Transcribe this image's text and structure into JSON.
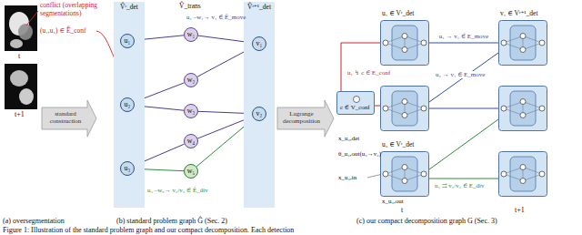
{
  "diagram": {
    "caption": "Figure 1: Illustration of the standard problem graph and our compact decomposition. Each detection",
    "nodes": [
      {
        "text": [
          "V̂ᵗ_det"
        ]
      },
      {
        "text": [
          "u₁"
        ],
        "in": 0
      },
      {
        "text": [
          "u₂"
        ],
        "in": 0
      },
      {
        "text": [
          "u₃"
        ],
        "in": 0
      },
      {
        "text": [
          "w₁"
        ]
      },
      {
        "text": [
          "w₂"
        ]
      },
      {
        "text": [
          "w₃"
        ]
      },
      {
        "text": [
          "w₄"
        ]
      },
      {
        "text": [
          "w₅"
        ]
      },
      {
        "text": [
          "V̂ᵗ⁺¹_det"
        ]
      },
      {
        "text": [
          "v₁"
        ],
        "in": 9
      },
      {
        "text": [
          "v₂"
        ],
        "in": 9
      },
      {
        "text": [
          "c ∈ V_conf"
        ]
      },
      {
        "text": [
          "u₁ ∈ Vᵗ_det"
        ]
      },
      {
        "text": [
          "v₁ ∈ Vᵗ⁺¹_det"
        ]
      },
      {
        "text": [
          "u₃ ∈ Vᵗ_det"
        ]
      }
    ],
    "edges": [
      {
        "from": 1,
        "to": 2,
        "arrow": "none"
      },
      {
        "from": 1,
        "to": 4,
        "arrow": "none"
      },
      {
        "from": 4,
        "to": 10,
        "arrow": "none"
      },
      {
        "from": 2,
        "to": 5,
        "arrow": "none"
      },
      {
        "from": 5,
        "to": 10,
        "arrow": "none"
      },
      {
        "from": 2,
        "to": 6,
        "arrow": "none"
      },
      {
        "from": 6,
        "to": 11,
        "arrow": "none"
      },
      {
        "from": 3,
        "to": 7,
        "arrow": "none"
      },
      {
        "from": 7,
        "to": 11,
        "arrow": "none"
      },
      {
        "from": 3,
        "to": 8,
        "arrow": "none"
      },
      {
        "from": 8,
        "to": 11,
        "arrow": "none"
      },
      {
        "from": 12,
        "to": 13,
        "arrow": "none"
      },
      {
        "from": 13,
        "to": 14,
        "arrow": "none",
        "label": "u₁ → v₁ ∈ E_move"
      }
    ],
    "labels": [
      "conflict (overlapping segmentations)",
      "(u₁,u₂) ∈ Ê_conf",
      "t",
      "t+1",
      "standard construction",
      "V̂_trans",
      "u₁ –w₁→ v₁ ∈ Ê_move",
      "u₃ –w₅→ v₂/v₃ ∈ Ê_div",
      "Lagrange decomposition",
      "u₁ ↯ c ∈ E_conf",
      "u₂ → v₁ ∈ E_move",
      "u₃ ⇉ v₂/v₃ ∈ E_div",
      "x_u₃,det",
      "θ_u₃,out(u₃→v₂)",
      "x_u₃,in",
      "x_u₃,out",
      "t",
      "t+1",
      "(a) oversegmentation",
      "(b) standard problem graph Ĝ (Sec. 2)",
      "(c) our compact decomposition graph G (Sec. 3)"
    ]
  }
}
